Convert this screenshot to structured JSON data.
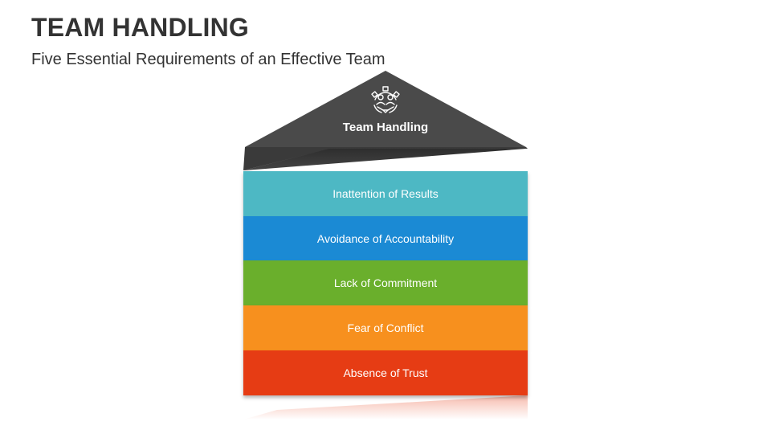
{
  "header": {
    "title": "TEAM HANDLING",
    "subtitle": "Five Essential Requirements of an Effective Team"
  },
  "roof": {
    "label": "Team Handling",
    "icon": "team-handshake-gear-icon",
    "color": "#4a4a4a"
  },
  "layers": [
    {
      "label": "Inattention of Results",
      "color": "#4db8c4"
    },
    {
      "label": "Avoidance of Accountability",
      "color": "#1b8ad4"
    },
    {
      "label": "Lack of Commitment",
      "color": "#6aaf2c"
    },
    {
      "label": "Fear of Conflict",
      "color": "#f7901e"
    },
    {
      "label": "Absence of Trust",
      "color": "#e63c14"
    }
  ]
}
